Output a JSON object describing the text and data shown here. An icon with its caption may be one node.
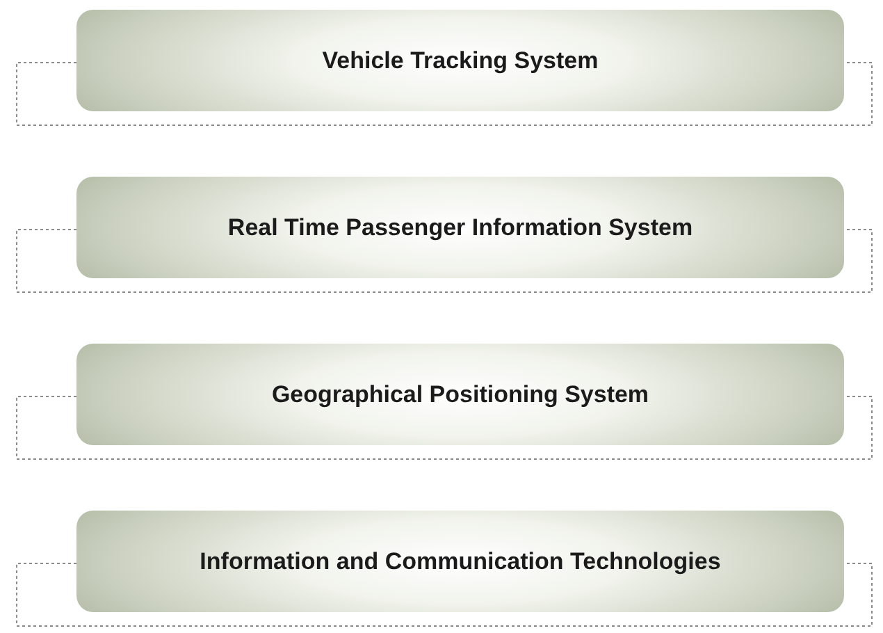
{
  "diagram": {
    "nodes": [
      {
        "text": [
          "Vehicle Tracking System"
        ]
      },
      {
        "text": [
          "Real Time Passenger Information System"
        ]
      },
      {
        "text": [
          "Geographical Positioning System"
        ]
      },
      {
        "text": [
          "Information and Communication Technologies"
        ]
      }
    ]
  }
}
